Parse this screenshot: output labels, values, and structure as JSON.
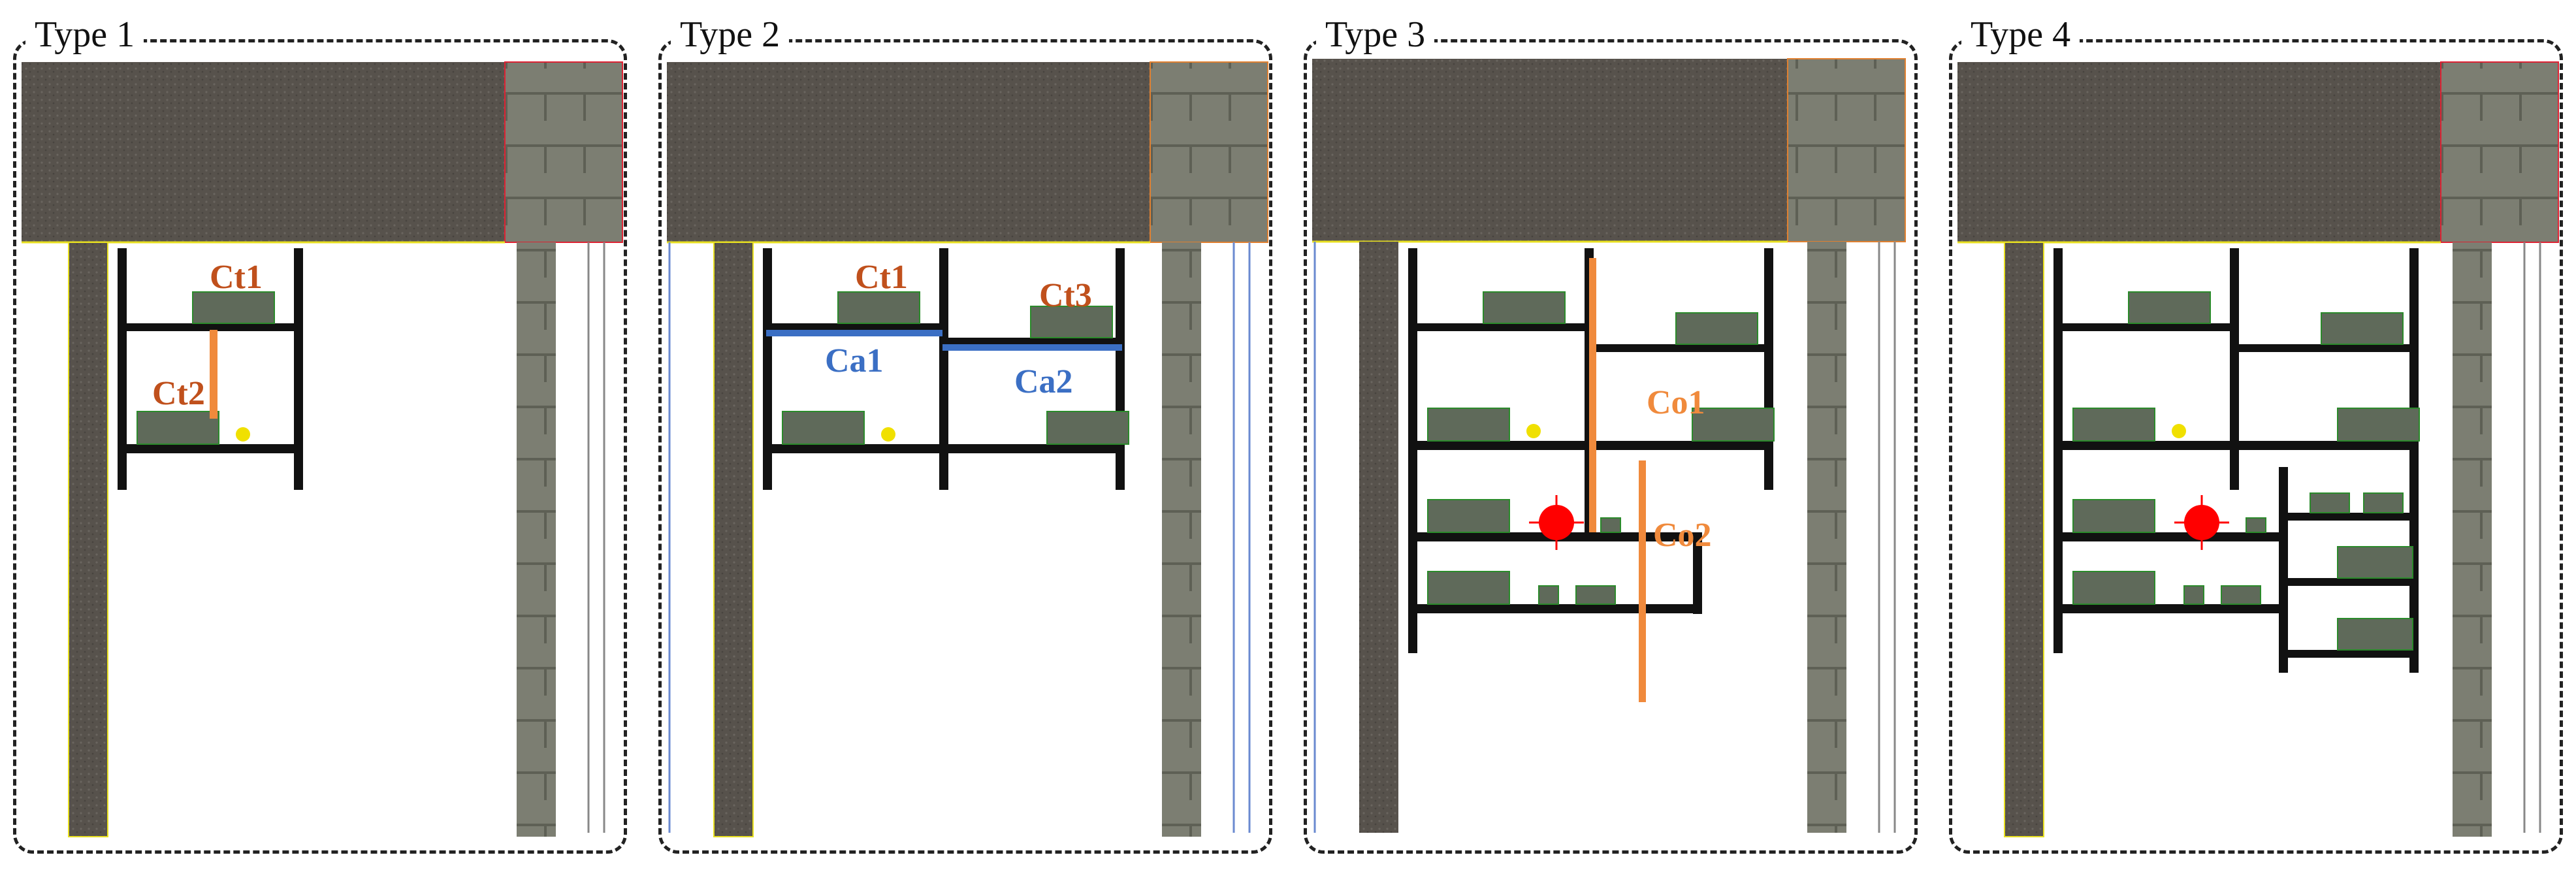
{
  "panels": [
    {
      "title": "Type 1",
      "labels": {
        "ct1": "Ct1",
        "ct2": "Ct2"
      }
    },
    {
      "title": "Type 2",
      "labels": {
        "ct1": "Ct1",
        "ct3": "Ct3",
        "ca1": "Ca1",
        "ca2": "Ca2"
      }
    },
    {
      "title": "Type 3",
      "labels": {
        "co1": "Co1",
        "co2": "Co2"
      }
    },
    {
      "title": "Type 4",
      "labels": {}
    }
  ],
  "colors": {
    "orange_label": "#c0501c",
    "orange_member": "#f08a3c",
    "blue_member": "#3b6fc4",
    "marker": "#ff0000",
    "lamp": "#f0e000"
  }
}
